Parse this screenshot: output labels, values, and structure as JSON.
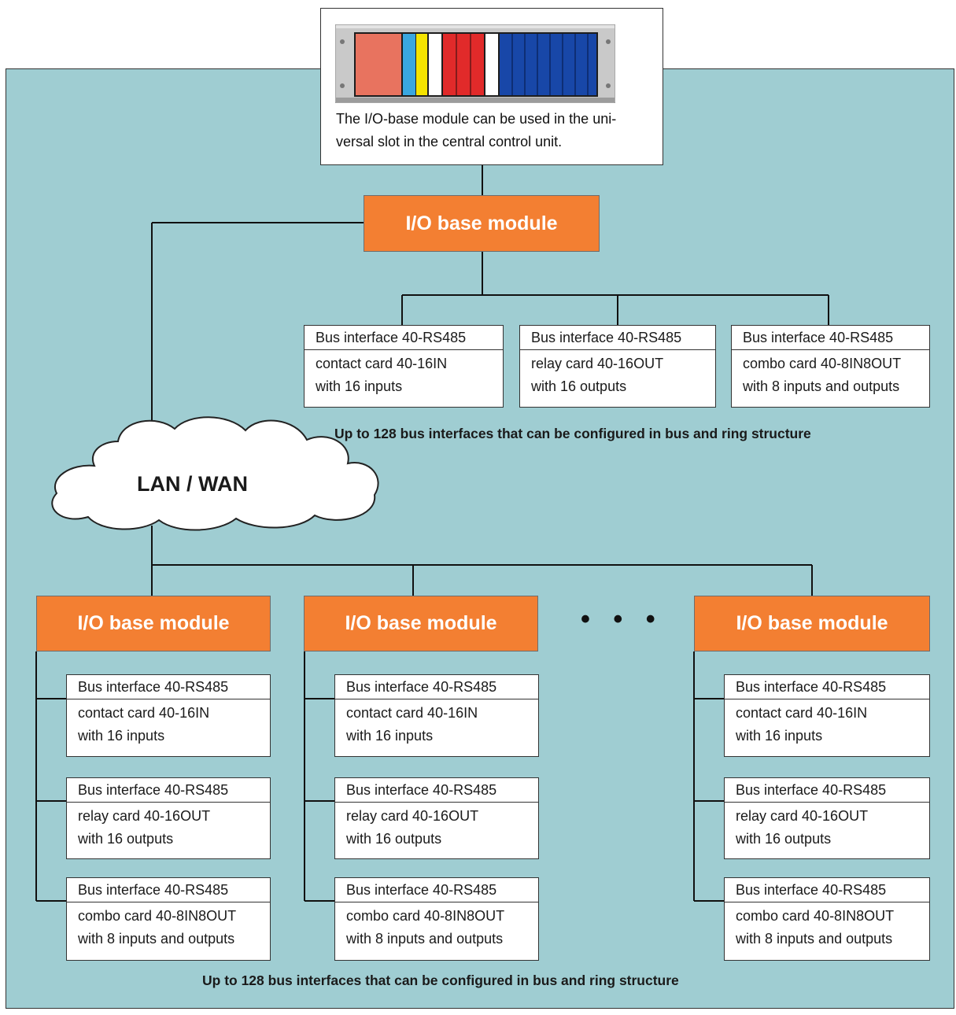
{
  "photo": {
    "caption_line1": "The I/O-base module can be used in the uni-",
    "caption_line2": "versal slot in the central control unit."
  },
  "top_module": {
    "label": "I/O base module",
    "cards": [
      {
        "bus": "Bus interface 40-RS485",
        "card": "contact card 40-16IN",
        "detail": "with 16 inputs"
      },
      {
        "bus": "Bus interface 40-RS485",
        "card": "relay card 40-16OUT",
        "detail": "with 16 outputs"
      },
      {
        "bus": "Bus interface 40-RS485",
        "card": "combo card 40-8IN8OUT",
        "detail": "with 8 inputs and outputs"
      }
    ],
    "note": "Up to 128 bus interfaces that can be configured in bus and ring structure"
  },
  "network": {
    "label": "LAN / WAN"
  },
  "bottom_modules": [
    {
      "label": "I/O base module",
      "cards": [
        {
          "bus": "Bus interface 40-RS485",
          "card": "contact card 40-16IN",
          "detail": "with 16 inputs"
        },
        {
          "bus": "Bus interface 40-RS485",
          "card": "relay card 40-16OUT",
          "detail": "with 16 outputs"
        },
        {
          "bus": "Bus interface 40-RS485",
          "card": "combo card 40-8IN8OUT",
          "detail": "with 8 inputs and outputs"
        }
      ]
    },
    {
      "label": "I/O base module",
      "cards": [
        {
          "bus": "Bus interface 40-RS485",
          "card": "contact card 40-16IN",
          "detail": "with 16 inputs"
        },
        {
          "bus": "Bus interface 40-RS485",
          "card": "relay card 40-16OUT",
          "detail": "with 16 outputs"
        },
        {
          "bus": "Bus interface 40-RS485",
          "card": "combo card 40-8IN8OUT",
          "detail": "with 8 inputs and outputs"
        }
      ]
    },
    {
      "label": "I/O base module",
      "cards": [
        {
          "bus": "Bus interface 40-RS485",
          "card": "contact card 40-16IN",
          "detail": "with 16 inputs"
        },
        {
          "bus": "Bus interface 40-RS485",
          "card": "relay card 40-16OUT",
          "detail": "with 16 outputs"
        },
        {
          "bus": "Bus interface 40-RS485",
          "card": "combo card 40-8IN8OUT",
          "detail": "with 8 inputs and outputs"
        }
      ]
    }
  ],
  "ellipsis": "• • •",
  "bottom_note": "Up to 128 bus interfaces that can be configured in bus and ring structure",
  "colors": {
    "background_panel": "#9fcdd2",
    "module_fill": "#f37f32",
    "card_fill": "#ffffff",
    "rack_module_colors": [
      "#e8735f",
      "#3aa7e0",
      "#f5e400",
      "#e12a2a",
      "#ffffff",
      "#1847a8"
    ]
  }
}
